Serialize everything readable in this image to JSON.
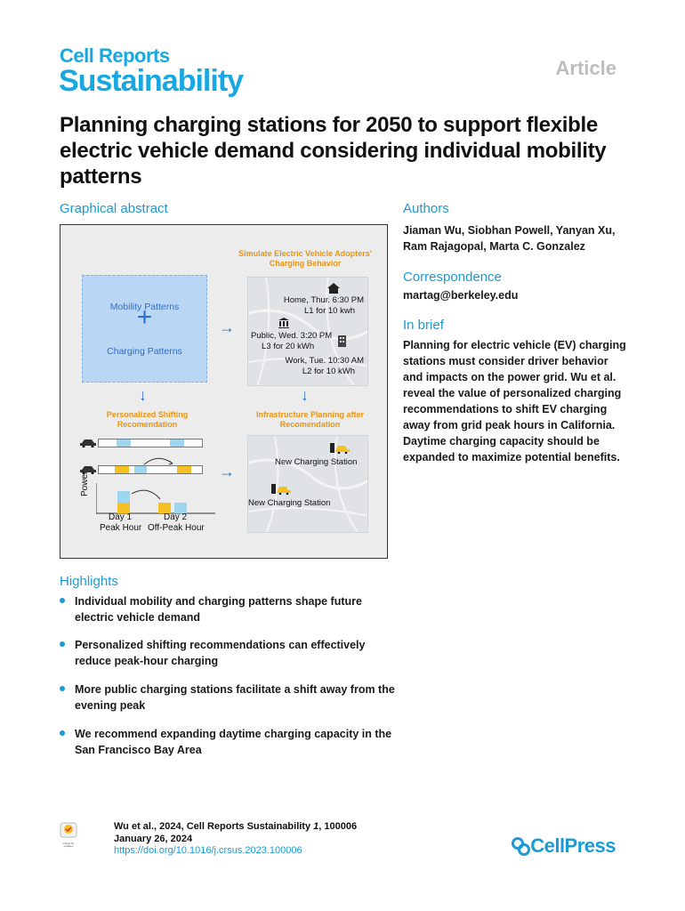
{
  "journal": {
    "line1": "Cell Reports",
    "line2": "Sustainability"
  },
  "article_type": "Article",
  "title": "Planning charging stations for 2050 to support flexible electric vehicle demand considering individual mobility patterns",
  "graphical_abstract": {
    "heading": "Graphical abstract",
    "sim_title": "Simulate Electric Vehicle Adopters' Charging Behavior",
    "mobility_patterns": "Mobility Patterns",
    "plus": "+",
    "charging_patterns": "Charging Patterns",
    "event1_line1": "Home, Thur. 6:30 PM",
    "event1_line2": "L1 for 10 kwh",
    "event2_line1": "Public, Wed. 3:20 PM",
    "event2_line2": "L3 for 20 kWh",
    "event3_line1": "Work, Tue. 10:30 AM",
    "event3_line2": "L2 for 10 kWh",
    "shift_title": "Personalized Shifting Recomendation",
    "infra_title": "Infrastructure Planning after Recomendation",
    "new_station_1": "New Charging Station",
    "new_station_2": "New Charging Station",
    "power_label": "Power",
    "day1": "Day 1",
    "day2": "Day 2",
    "peak": "Peak Hour",
    "offpeak": "Off-Peak Hour",
    "arrow": "→",
    "arrow_down": "↓",
    "colors": {
      "blue": "#9fd6ef",
      "orange": "#f5c022",
      "accent": "#e99414"
    }
  },
  "authors": {
    "heading": "Authors",
    "line1": "Jiaman Wu, Siobhan Powell, Yanyan Xu,",
    "line2": "Ram Rajagopal, Marta C. Gonzalez"
  },
  "correspondence": {
    "heading": "Correspondence",
    "email": "martag@berkeley.edu"
  },
  "in_brief": {
    "heading": "In brief",
    "lines": [
      "Planning for electric vehicle (EV) charging",
      "stations must consider driver behavior",
      "and impacts on the power grid. Wu et al.",
      "reveal the value of personalized charging",
      "recommendations to shift EV charging",
      "away from grid peak hours in California.",
      "Daytime charging capacity should be",
      "expanded to maximize potential benefits."
    ]
  },
  "highlights": {
    "heading": "Highlights",
    "items": [
      {
        "l1": "Individual mobility and charging patterns shape future",
        "l2": "electric vehicle demand"
      },
      {
        "l1": "Personalized shifting recommendations can effectively",
        "l2": "reduce peak-hour charging"
      },
      {
        "l1": "More public charging stations facilitate a shift away from the",
        "l2": "evening peak"
      },
      {
        "l1": "We recommend expanding daytime charging capacity in the",
        "l2": "San Francisco Bay Area"
      }
    ]
  },
  "footer": {
    "citation_prefix": "Wu et al., 2024, Cell Reports Sustainability ",
    "volume": "1",
    "citation_suffix": ", 100006",
    "date": "January 26, 2024",
    "doi": "https://doi.org/10.1016/j.crsus.2023.100006",
    "publisher": "CellPress",
    "badge_text": "Check for updates"
  },
  "brand_color": "#1c9ad6"
}
